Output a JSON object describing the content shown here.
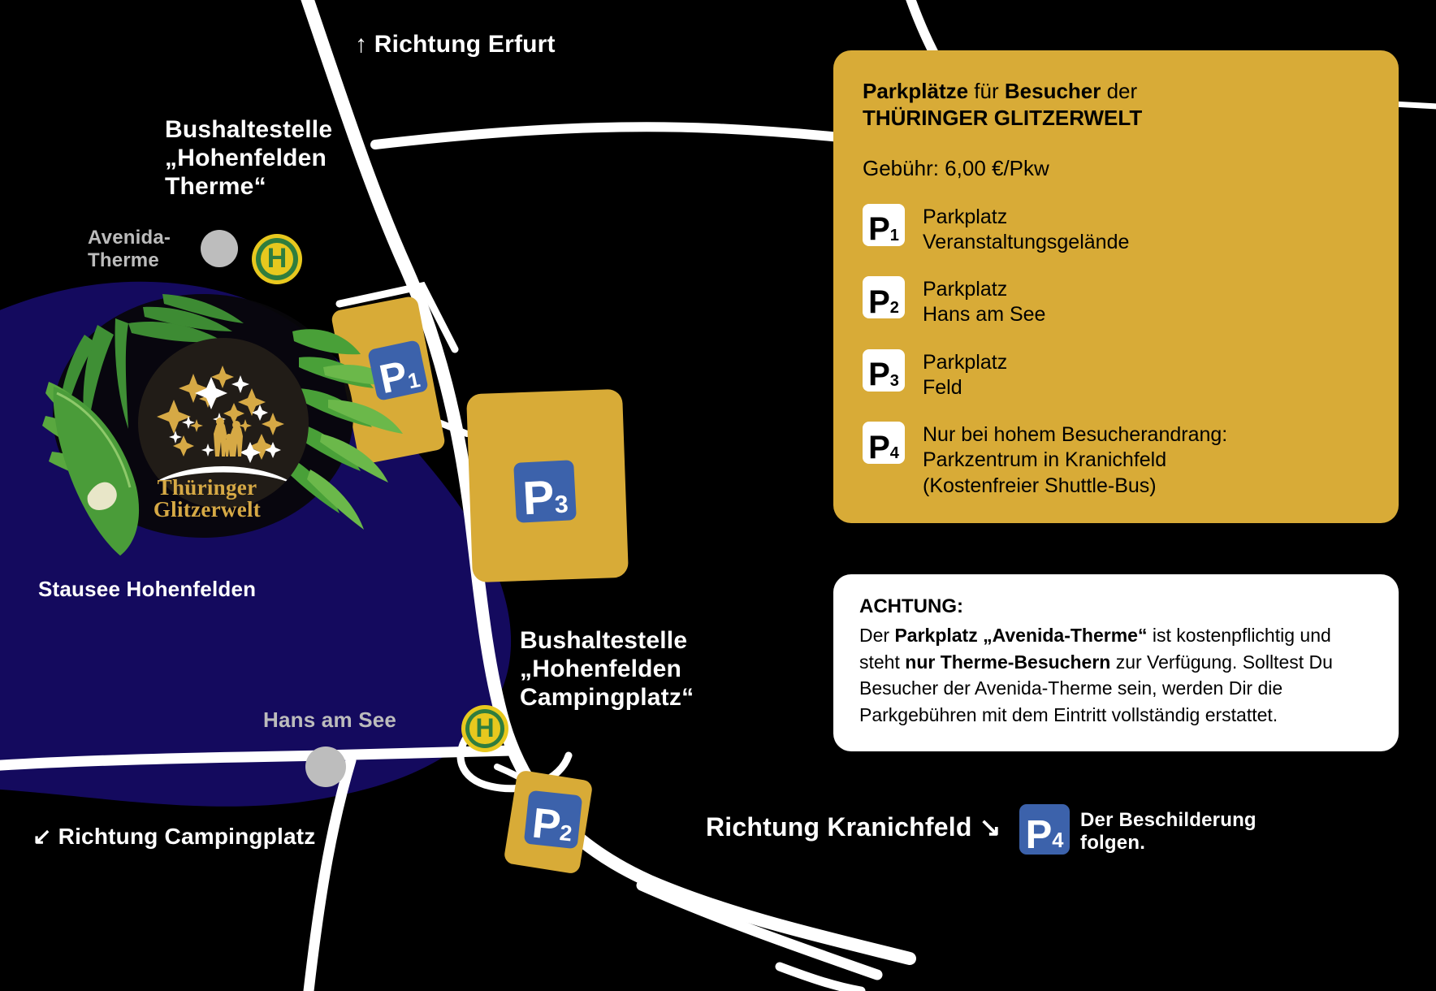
{
  "map": {
    "directions": {
      "erfurt": {
        "arrow": "↑",
        "text": "Richtung Erfurt",
        "icon": "arrow-up-icon"
      },
      "campingplatz": {
        "arrow": "↙",
        "text": "Richtung Campingplatz",
        "icon": "arrow-down-left-icon"
      },
      "kranichfeld": {
        "text": "Richtung Kranichfeld",
        "arrow": "↘",
        "icon": "arrow-down-right-icon"
      }
    },
    "bus_stops": [
      {
        "id": "therme",
        "letter": "H",
        "label_line1": "Bushaltestelle",
        "label_line2": "„Hohenfelden",
        "label_line3": "Therme“"
      },
      {
        "id": "campingplatz",
        "letter": "H",
        "label_line1": "Bushaltestelle",
        "label_line2": "„Hohenfelden",
        "label_line3": "Campingplatz“"
      }
    ],
    "places": {
      "avenida_line1": "Avenida-",
      "avenida_line2": "Therme",
      "stausee": "Stausee Hohenfelden",
      "hans_am_see": "Hans am See"
    },
    "parking_signs": [
      {
        "id": "p1",
        "letter": "P",
        "number": "1"
      },
      {
        "id": "p2",
        "letter": "P",
        "number": "2"
      },
      {
        "id": "p3",
        "letter": "P",
        "number": "3"
      }
    ],
    "logo": {
      "line1": "Thüringer",
      "line2": "Glitzerwelt"
    },
    "footer_sign": {
      "letter": "P",
      "number": "4",
      "text_line1": "Der Beschilderung",
      "text_line2": "folgen."
    }
  },
  "info_panel": {
    "heading_part1": "Parkplätze",
    "heading_part2": " für ",
    "heading_part3": "Besucher",
    "heading_part4": " der",
    "heading_line2": "THÜRINGER GLITZERWELT",
    "fee": "Gebühr: 6,00 €/Pkw",
    "items": [
      {
        "letter": "P",
        "number": "1",
        "line1": "Parkplatz",
        "line2": "Veranstaltungsgelände",
        "line3": ""
      },
      {
        "letter": "P",
        "number": "2",
        "line1": "Parkplatz",
        "line2": "Hans am See",
        "line3": ""
      },
      {
        "letter": "P",
        "number": "3",
        "line1": "Parkplatz",
        "line2": "Feld",
        "line3": ""
      },
      {
        "letter": "P",
        "number": "4",
        "line1": "Nur bei hohem Besucherandrang:",
        "line2": "Parkzentrum in Kranichfeld",
        "line3": "(Kostenfreier Shuttle-Bus)"
      }
    ]
  },
  "notice_panel": {
    "title": "ACHTUNG:",
    "body_1": "Der ",
    "body_b1": "Parkplatz „Avenida-Therme“",
    "body_2": " ist kostenpflichtig und steht ",
    "body_b2": "nur Therme-Besuchern",
    "body_3": " zur Verfügung. Solltest Du Besucher der Avenida-Therme sein, werden Dir die Parkgebühren mit dem Eintritt vollständig erstattet."
  },
  "colors": {
    "background": "#000000",
    "panel_gold": "#d8ab37",
    "lot_gold": "#d8ab37",
    "lake_blue": "#140a5e",
    "sign_blue": "#3c62ab",
    "bus_green": "#2f7d3e",
    "bus_yellow": "#e8c81e",
    "road_white": "#ffffff",
    "logo_gold": "#d6a945"
  }
}
